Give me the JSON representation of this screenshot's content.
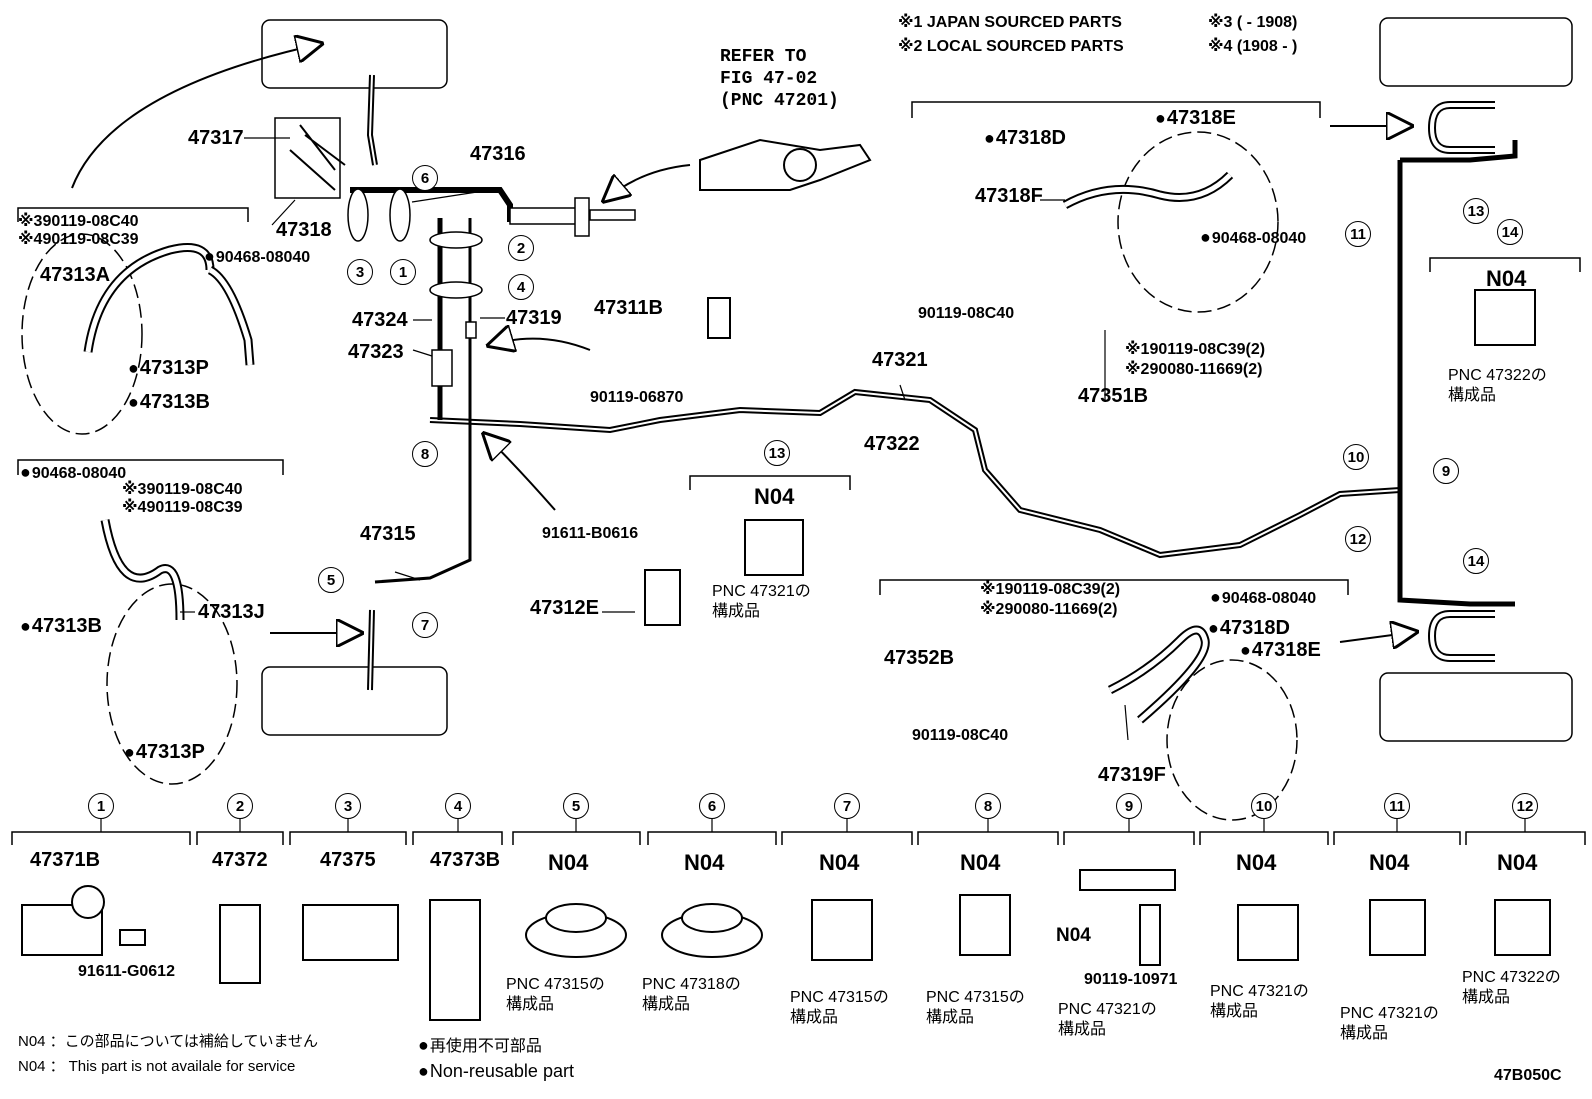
{
  "legend": {
    "note1": "※1 JAPAN SOURCED PARTS",
    "note2": "※2 LOCAL SOURCED PARTS",
    "note3": "※3 (        - 1908)",
    "note4": "※4 (1908  -        )"
  },
  "refer": {
    "line1": "REFER TO",
    "line2": "FIG 47-02",
    "line3": "(PNC 47201)"
  },
  "parts": {
    "p47317": "47317",
    "p47318": "47318",
    "p47316": "47316",
    "p47313A": "47313A",
    "p47313P_top": "47313P",
    "p47313B_top": "47313B",
    "p90468_a": "90468-08040",
    "p3_0c40": "※390119-08C40",
    "p4_0c39": "※490119-08C39",
    "p47324": "47324",
    "p47323": "47323",
    "p47319": "47319",
    "p47311B": "47311B",
    "p90119_06870": "90119-06870",
    "p47321": "47321",
    "p47322": "47322",
    "p47318D_top": "47318D",
    "p47318E_top": "47318E",
    "p47318F": "47318F",
    "p90468_b": "90468-08040",
    "p90119_08C40_mid": "90119-08C40",
    "p1_0c39_mid": "※190119-08C39(2)",
    "p2_11669_mid": "※290080-11669(2)",
    "p47351B": "47351B",
    "p90468_c": "90468-08040",
    "p3_0c40_b": "※390119-08C40",
    "p4_0c39_b": "※490119-08C39",
    "p47313J": "47313J",
    "p47313B_bot": "47313B",
    "p47313P_bot": "47313P",
    "p47315": "47315",
    "p91611_B0616": "91611-B0616",
    "p47312E": "47312E",
    "p1_0c39_bot": "※190119-08C39(2)",
    "p2_11669_bot": "※290080-11669(2)",
    "p90468_d": "90468-08040",
    "p47352B": "47352B",
    "p47318D_bot": "47318D",
    "p47318E_bot": "47318E",
    "p90119_08C40_bot": "90119-08C40",
    "p47319F": "47319F",
    "n04_a": "N04",
    "n04_b": "N04",
    "pnc47321_a": "PNC 47321の\n構成品",
    "pnc47322_a": "PNC 47322の\n構成品"
  },
  "callouts": {
    "c1": "1",
    "c2": "2",
    "c3": "3",
    "c4": "4",
    "c5": "5",
    "c6": "6",
    "c7": "7",
    "c8": "8",
    "c9": "9",
    "c10": "10",
    "c11": "11",
    "c12": "12",
    "c13a": "13",
    "c13b": "13",
    "c14a": "14",
    "c14b": "14"
  },
  "boxes": [
    {
      "num": "1",
      "part": "47371B",
      "sub": "91611-G0612",
      "note": ""
    },
    {
      "num": "2",
      "part": "47372",
      "sub": "",
      "note": ""
    },
    {
      "num": "3",
      "part": "47375",
      "sub": "",
      "note": ""
    },
    {
      "num": "4",
      "part": "47373B",
      "sub": "",
      "note": ""
    },
    {
      "num": "5",
      "part": "N04",
      "sub": "",
      "note": "PNC 47315の\n構成品"
    },
    {
      "num": "6",
      "part": "N04",
      "sub": "",
      "note": "PNC 47318の\n構成品"
    },
    {
      "num": "7",
      "part": "N04",
      "sub": "",
      "note": "PNC 47315の\n構成品"
    },
    {
      "num": "8",
      "part": "N04",
      "sub": "",
      "note": "PNC 47315の\n構成品"
    },
    {
      "num": "9",
      "part": "N04",
      "sub": "90119-10971",
      "note": "PNC 47321の\n構成品"
    },
    {
      "num": "10",
      "part": "N04",
      "sub": "",
      "note": "PNC 47321の\n構成品"
    },
    {
      "num": "11",
      "part": "N04",
      "sub": "",
      "note": "PNC 47321の\n構成品"
    },
    {
      "num": "12",
      "part": "N04",
      "sub": "",
      "note": "PNC 47322の\n構成品"
    }
  ],
  "footer": {
    "n04_jp": "N04 ：この部品については補給していません",
    "n04_en": "N04 ： This part is not availale for service",
    "nonreuse_jp": "再使用不可部品",
    "nonreuse_en": "Non-reusable part",
    "code": "47B050C"
  }
}
